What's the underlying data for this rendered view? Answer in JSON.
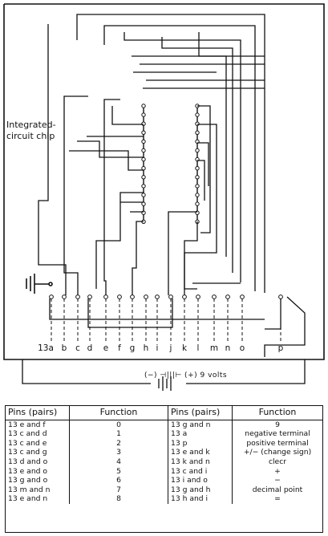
{
  "diagram": {
    "chip_label": [
      "Integrated-",
      "circuit chip"
    ],
    "pin_labels": [
      "13a",
      "b",
      "c",
      "d",
      "e",
      "f",
      "g",
      "h",
      "i",
      "j",
      "k",
      "l",
      "m",
      "n",
      "o",
      "p"
    ],
    "battery_label": "(−)  ⊣|||⊢  (+)  9 volts"
  },
  "table": {
    "headers": [
      "Pins (pairs)",
      "Function",
      "Pins (pairs)",
      "Function"
    ],
    "rows": [
      [
        "13 e and f",
        "0",
        "13 g and n",
        "9"
      ],
      [
        "13 c and d",
        "1",
        "13 a",
        "negative terminal"
      ],
      [
        "13 c and e",
        "2",
        "13 p",
        "positive terminal"
      ],
      [
        "13 c and g",
        "3",
        "13 e and k",
        "+/− (change sign)"
      ],
      [
        "13 d and o",
        "4",
        "13 k and n",
        "clecr"
      ],
      [
        "13 e and o",
        "5",
        "13 c and i",
        "+"
      ],
      [
        "13 g and o",
        "6",
        "13 i and o",
        "−"
      ],
      [
        "13 m and n",
        "7",
        "13 g and h",
        "decimal point"
      ],
      [
        "13 e and n",
        "8",
        "13 h and i",
        "="
      ]
    ]
  }
}
